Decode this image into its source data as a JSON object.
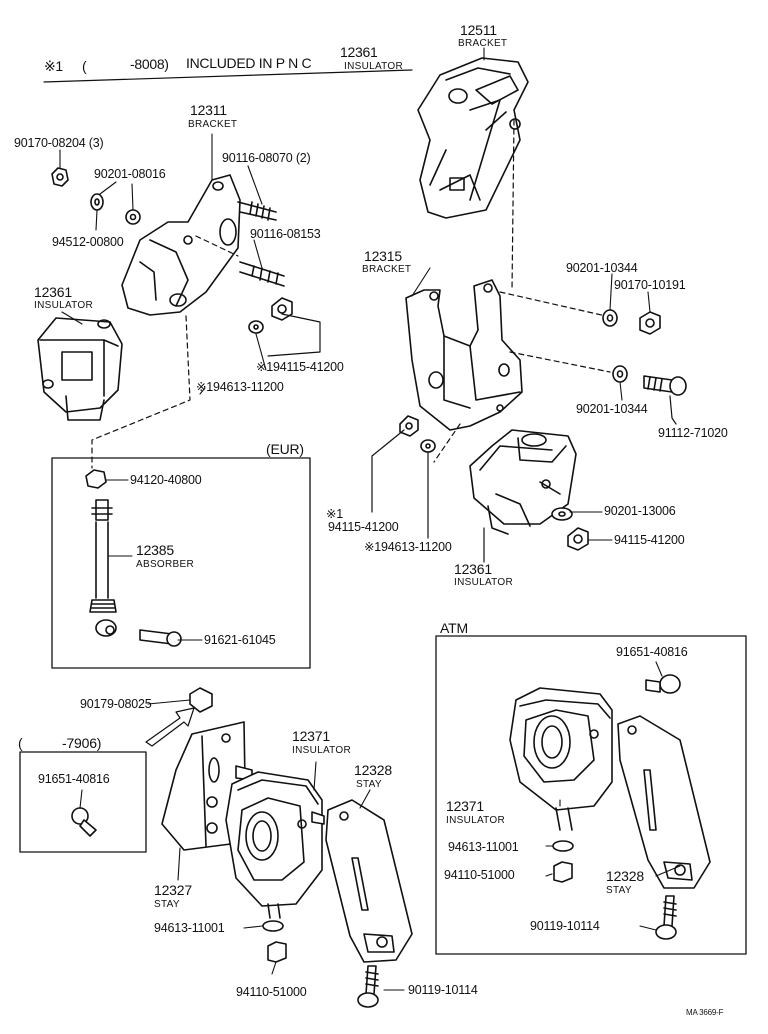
{
  "note": {
    "mark": "※1",
    "range_open": "(",
    "range_end": "-8008)",
    "text": "INCLUDED IN P N C",
    "pnc": "12361",
    "pnc_name": "INSULATOR"
  },
  "sections": {
    "eur": "(EUR)",
    "atm": "ATM",
    "early": "(",
    "early_end": "-7906)"
  },
  "parts": {
    "p12511": "12511",
    "p12511_name": "BRACKET",
    "p12311": "12311",
    "p12311_name": "BRACKET",
    "p90170_08204": "90170-08204 (3)",
    "p90201_08016": "90201-08016",
    "p90116_08070": "90116-08070 (2)",
    "p94512_00800": "94512-00800",
    "p90116_08153": "90116-08153",
    "p12361a": "12361",
    "p12361a_name": "INSULATOR",
    "p194115_41200": "※194115-41200",
    "p194613_11200": "※194613-11200",
    "p12315": "12315",
    "p12315_name": "BRACKET",
    "p90201_10344a": "90201-10344",
    "p90170_10191": "90170-10191",
    "p90201_10344b": "90201-10344",
    "p91112_71020": "91112-71020",
    "p94120_40800": "94120-40800",
    "p12385": "12385",
    "p12385_name": "ABSORBER",
    "p91621_61045": "91621-61045",
    "p90201_13006": "90201-13006",
    "p94115_41200_m1": "※1",
    "p94115_41200_a": "94115-41200",
    "p194613_11200b": "※194613-11200",
    "p94115_41200_b": "94115-41200",
    "p12361b": "12361",
    "p12361b_name": "INSULATOR",
    "p90179_08025": "90179-08025",
    "p12371a": "12371",
    "p12371a_name": "INSULATOR",
    "p12328a": "12328",
    "p12328a_name": "STAY",
    "p91651_40816a": "91651-40816",
    "p12327": "12327",
    "p12327_name": "STAY",
    "p94613_11001a": "94613-11001",
    "p94110_51000a": "94110-51000",
    "p90119_10114a": "90119-10114",
    "p91651_40816b": "91651-40816",
    "p12371b": "12371",
    "p12371b_name": "INSULATOR",
    "p94613_11001b": "94613-11001",
    "p94110_51000b": "94110-51000",
    "p12328b": "12328",
    "p12328b_name": "STAY",
    "p90119_10114b": "90119-10114"
  },
  "footer": {
    "code": "MA 3669-F"
  }
}
